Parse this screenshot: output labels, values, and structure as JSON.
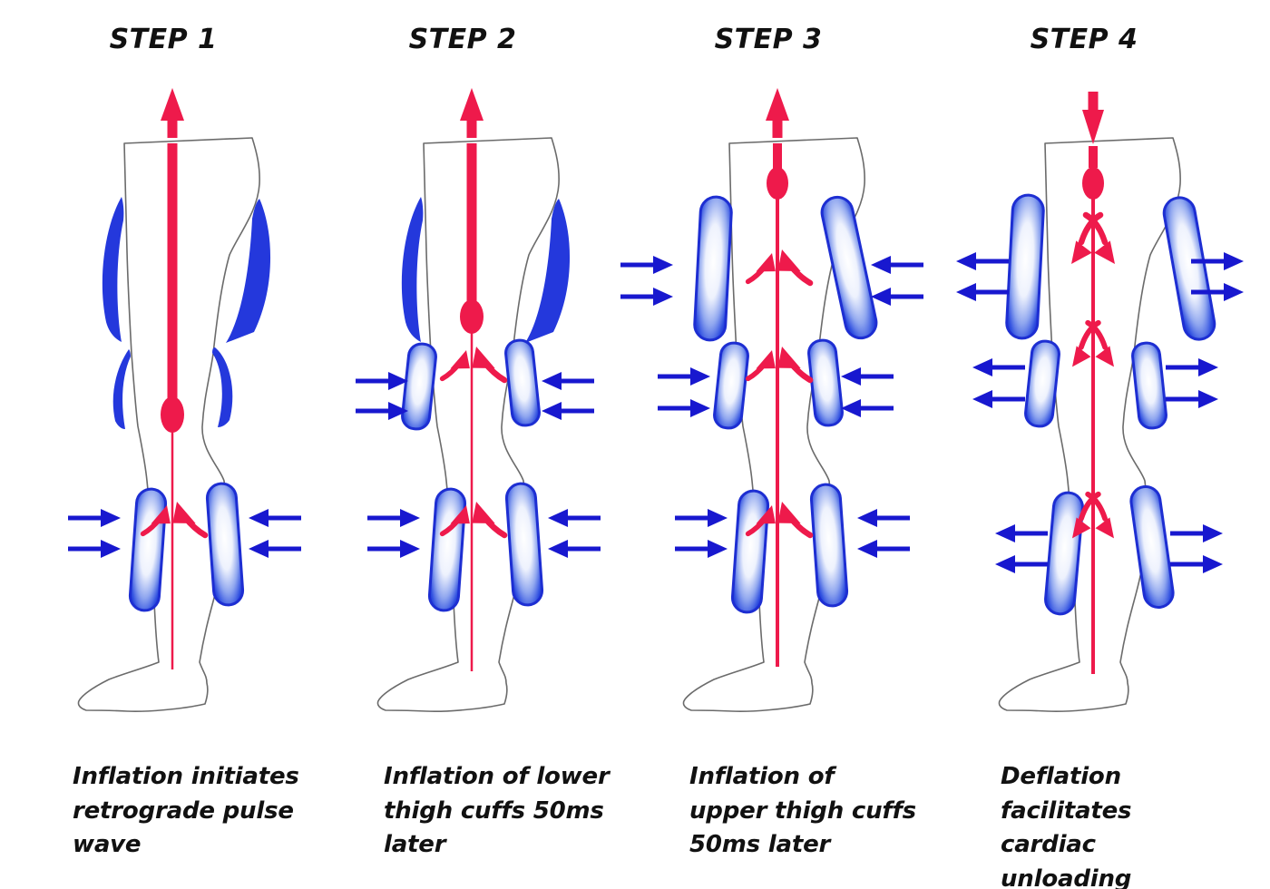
{
  "colors": {
    "red": "#ee1a4b",
    "blue": "#1818cf",
    "cuff": "#2438dc",
    "edge": "#1d2ed2",
    "outline": "#6b6b6b",
    "text": "#111111"
  },
  "steps": [
    {
      "title": "STEP 1",
      "caption": "Inflation initiates retrograde pulse wave",
      "blood_flow_arrow": "up-arrow",
      "action": "inflation",
      "inflated_cuffs": [
        "calf"
      ],
      "compression_arrows": "inward"
    },
    {
      "title": "STEP 2",
      "caption": "Inflation of lower thigh cuffs 50ms later",
      "blood_flow_arrow": "up-arrow",
      "action": "inflation",
      "inflated_cuffs": [
        "calf",
        "lower-thigh"
      ],
      "compression_arrows": "inward"
    },
    {
      "title": "STEP 3",
      "caption": "Inflation of upper thigh cuffs 50ms later",
      "blood_flow_arrow": "up-arrow",
      "action": "inflation",
      "inflated_cuffs": [
        "calf",
        "lower-thigh",
        "upper-thigh"
      ],
      "compression_arrows": "inward"
    },
    {
      "title": "STEP 4",
      "caption": "Deflation facilitates cardiac unloading",
      "blood_flow_arrow": "down-arrow",
      "action": "deflation",
      "inflated_cuffs": [],
      "compression_arrows": "outward"
    }
  ]
}
